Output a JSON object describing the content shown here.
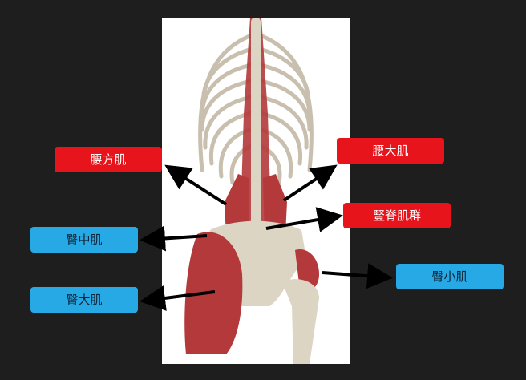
{
  "colors": {
    "background": "#1e1e1e",
    "red_label": "#e8141c",
    "blue_label": "#27a9e6",
    "arrow": "#000000",
    "muscle": "#b3393a",
    "bone": "#ddd5c4"
  },
  "labels": {
    "quadratus_lumborum": "腰方肌",
    "psoas_major": "腰大肌",
    "erector_spinae": "豎脊肌群",
    "gluteus_medius": "臀中肌",
    "gluteus_maximus": "臀大肌",
    "gluteus_minimus": "臀小肌"
  }
}
